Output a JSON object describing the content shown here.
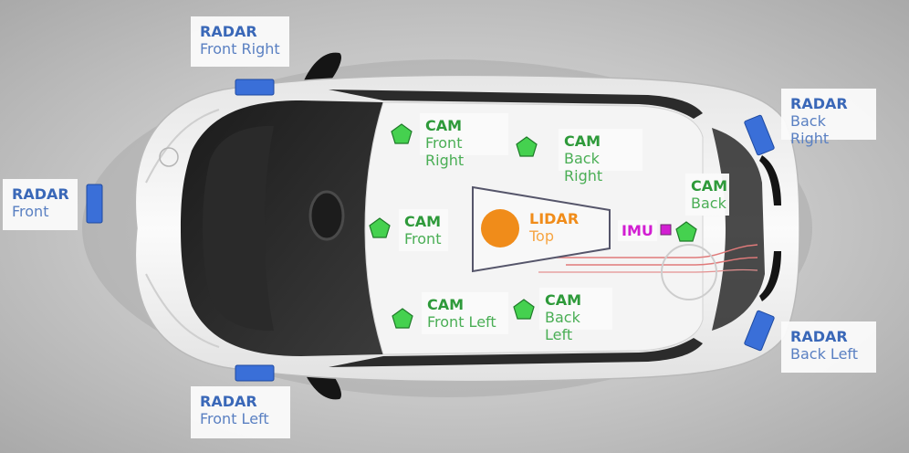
{
  "radar": {
    "front_right": {
      "type": "RADAR",
      "position": "Front Right"
    },
    "front": {
      "type": "RADAR",
      "position": "Front"
    },
    "front_left": {
      "type": "RADAR",
      "position": "Front Left"
    },
    "back_right": {
      "type": "RADAR",
      "position": "Back Right"
    },
    "back_left": {
      "type": "RADAR",
      "position": "Back Left"
    }
  },
  "cam": {
    "front_right": {
      "type": "CAM",
      "position": "Front Right"
    },
    "back_right": {
      "type": "CAM",
      "position": "Back Right"
    },
    "front": {
      "type": "CAM",
      "position": "Front"
    },
    "back": {
      "type": "CAM",
      "position": "Back"
    },
    "front_left": {
      "type": "CAM",
      "position": "Front Left"
    },
    "back_left": {
      "type": "CAM",
      "position": "Back Left"
    }
  },
  "lidar": {
    "type": "LIDAR",
    "position": "Top"
  },
  "imu": {
    "type": "IMU"
  },
  "colors": {
    "radar": "#3a6fd8",
    "cam": "#45d14f",
    "lidar": "#f08c1a",
    "imu": "#d21ed2"
  }
}
